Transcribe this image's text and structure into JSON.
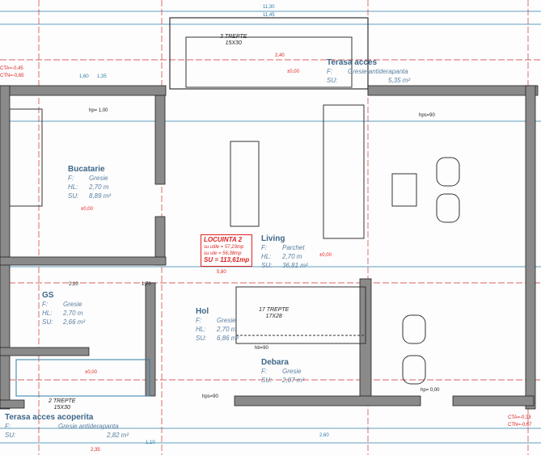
{
  "rooms": {
    "bucatarie": {
      "name": "Bucatarie",
      "f_label": "F:",
      "f": "Gresie",
      "hl_label": "HL:",
      "hl": "2,70 m",
      "su_label": "SU:",
      "su": "8,89 m²"
    },
    "living": {
      "name": "Living",
      "f_label": "F:",
      "f": "Parchet",
      "hl_label": "HL:",
      "hl": "2,70 m",
      "su_label": "SU:",
      "su": "36,81 m²"
    },
    "gs": {
      "name": "GS",
      "f_label": "F:",
      "f": "Gresie",
      "hl_label": "HL:",
      "hl": "2,70 m",
      "su_label": "SU:",
      "su": "2,66 m²"
    },
    "hol": {
      "name": "Hol",
      "f_label": "F:",
      "f": "Gresie",
      "hl_label": "HL:",
      "hl": "2,70 m",
      "su_label": "SU:",
      "su": "6,86 m²"
    },
    "debara": {
      "name": "Debara",
      "f_label": "F:",
      "f": "Gresie",
      "su_label": "SU:",
      "su": "2,07 m²"
    },
    "terasa_acces": {
      "name": "Terasa acces",
      "f_label": "F:",
      "f": "Gresie antiderapanta",
      "su_label": "SU:",
      "su": "5,35 m²"
    },
    "terasa_acoperita": {
      "name": "Terasa acces acoperita",
      "f_label": "F:",
      "f": "Gresie antiderapanta",
      "su_label": "SU:",
      "su": "2,82 m²"
    }
  },
  "locuinta": {
    "title": "LOCUINTA 2",
    "su_utile": "su utile = 57,23mp",
    "su_ute": "su ute = 56,38mp",
    "su_total": "SU = 113,61mp"
  },
  "stairs": {
    "top": "3 TREPTE",
    "top_dim": "15X30",
    "inner": "17 TREPTE",
    "inner_dim": "17X28",
    "bottom": "2 TREPTE",
    "bottom_dim": "15X30"
  },
  "levels": {
    "zero": "±0,00"
  },
  "annotations": {
    "hb90": "hb=90",
    "hps90": "hps=90",
    "hp100": "hp= 1,00",
    "hp000": "hp= 0,00",
    "cta_left": "CTA=-0,45",
    "ctn_left": "CTN=-0,65",
    "cta_bl": "CTA=-0,38",
    "ctn_bl": "CTN=-0,67"
  },
  "dimensions": {
    "top_total": "11,30",
    "top_sub": "11,45",
    "b1": "1,10",
    "b2": "2,60",
    "b3": "2,35",
    "w240": "2,40",
    "d160": "1,60",
    "d135": "1,35",
    "d580": "5,80",
    "d210": "2,10",
    "d170": "1,70"
  },
  "colors": {
    "wall": "#8a8a8a",
    "dim_blue": "#2a7fa8",
    "dim_red": "#d22",
    "axis": "#c33"
  }
}
